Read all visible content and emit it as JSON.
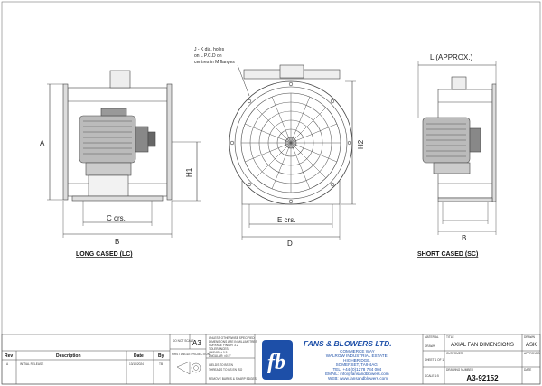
{
  "labels": {
    "hole_note": [
      "J - K dia. holes",
      "on L P.C.D on",
      "centres in M flanges"
    ],
    "A": "A",
    "B": "B",
    "H1": "H1",
    "H2": "H2",
    "C_crs": "C crs.",
    "E_crs": "E crs.",
    "D": "D",
    "L_approx": "L (APPROX.)",
    "long_cased": "LONG CASED (LC)",
    "short_cased": "SHORT CASED (SC)"
  },
  "title_block": {
    "rev_header": "Rev",
    "description_header": "Description",
    "date_header": "Date",
    "by_header": "By",
    "revision_row": {
      "rev": "A",
      "description": "INITIAL RELEASE",
      "date": "13/10/2024",
      "by": "TB"
    },
    "do_not_scale": "DO NOT SCALE",
    "sheet_size": "A3",
    "projection_label": "FIRST ANGLE PROJECTION",
    "tolerance_lines": [
      "UNLESS OTHERWISE SPECIFIED",
      "DIMENSIONS ARE IN MILLIMETRES",
      "SURFACE FINISH: 3.2",
      "TOLERANCES:",
      "LINEAR: ± 0.5",
      "ANGULAR: ±0.5°"
    ],
    "weld_note": [
      "WELDS TO BS EN",
      "THREADS TO BS EN ISO",
      "REMOVE BURRS & SHARP EDGES"
    ],
    "company_name": "FANS & BLOWERS LTD.",
    "company_address": [
      "COMMERCE WAY",
      "WALROW INDUSTRIAL ESTATE,",
      "HIGHBRIDGE,",
      "SOMERSET, TA9 4AG.",
      "TEL: +44 (0)1278 784 004",
      "EMAIL: info@fansandblowers.com",
      "WEB: www.fansandblowers.com"
    ],
    "material_label": "MATERIAL",
    "title_label": "TITLE",
    "drawn_label": "DRAWN",
    "customer_label": "CUSTOMER",
    "sheet_label": "SHEET",
    "scale_label": "SCALE",
    "dwg_label": "DRAWING NUMBER",
    "approved_label": "APPROVED",
    "date_label": "DATE",
    "title": "AXIAL FAN DIMENSIONS",
    "drawn_by": "ASK",
    "sheet": "SHEET 1 OF 1",
    "scale": "SCALE 1:5",
    "drawing_number": "A3-92152"
  }
}
